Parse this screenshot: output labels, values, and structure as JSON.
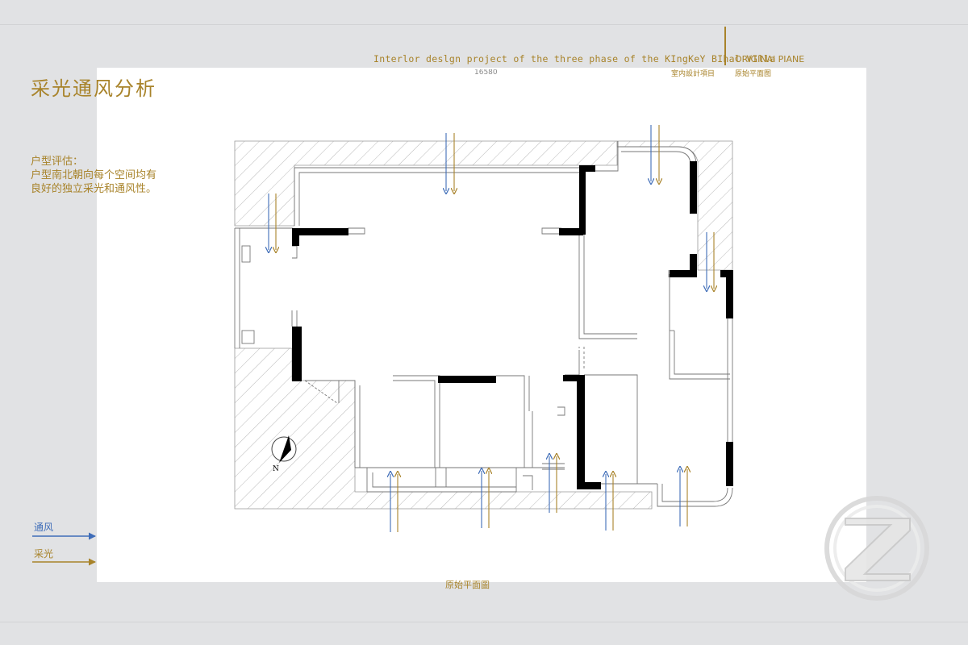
{
  "title": "采光通风分析",
  "assessment": {
    "heading": "户型评估：",
    "line1": "户型南北朝向每个空间均有",
    "line2": "良好的独立采光和通风性。"
  },
  "project": {
    "name_en": "Interlor deslgn project of the three phase of the KIngKeY BIhal VIlla",
    "name_cn": "室内設計項目"
  },
  "sheet": {
    "name_en": "ORIGINAl PIANE",
    "name_cn": "原始平面图"
  },
  "dimension_text": "16580",
  "plan_caption": "原始平面圖",
  "compass_label": "N",
  "legend": {
    "ventilation": "通风",
    "lighting": "采光"
  },
  "colors": {
    "gold": "#a8832a",
    "blue": "#3f6db8",
    "wall": "#000000",
    "background": "#e1e2e4"
  },
  "icons": {
    "logo": "z-monogram-logo",
    "compass": "north-arrow-icon"
  }
}
